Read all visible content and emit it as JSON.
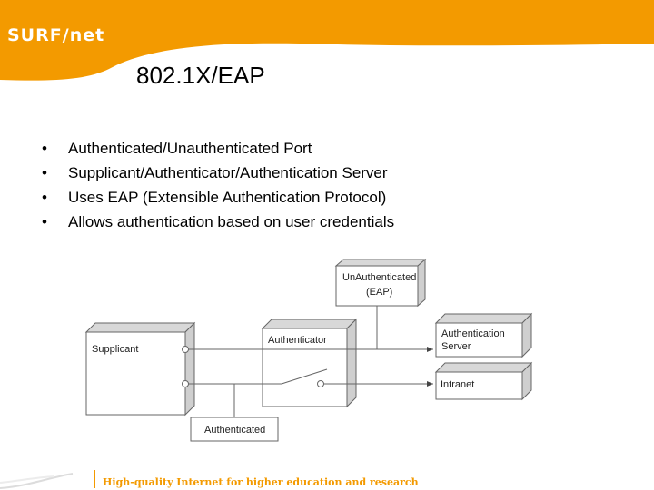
{
  "brand": {
    "logo_text": "SURF",
    "logo_suffix": "net",
    "accent": "#f39a00"
  },
  "slide": {
    "title": "802.1X/EAP",
    "bullets": [
      "Authenticated/Unauthenticated Port",
      "Supplicant/Authenticator/Authentication Server",
      "Uses EAP (Extensible Authentication Protocol)",
      "Allows authentication based on user credentials"
    ]
  },
  "diagram": {
    "unauthenticated_line1": "UnAuthenticated",
    "unauthenticated_line2": "(EAP)",
    "supplicant": "Supplicant",
    "authenticator": "Authenticator",
    "auth_server_line1": "Authentication",
    "auth_server_line2": "Server",
    "intranet": "Intranet",
    "authenticated": "Authenticated"
  },
  "footer": {
    "tagline": "High-quality Internet for higher education and research"
  }
}
